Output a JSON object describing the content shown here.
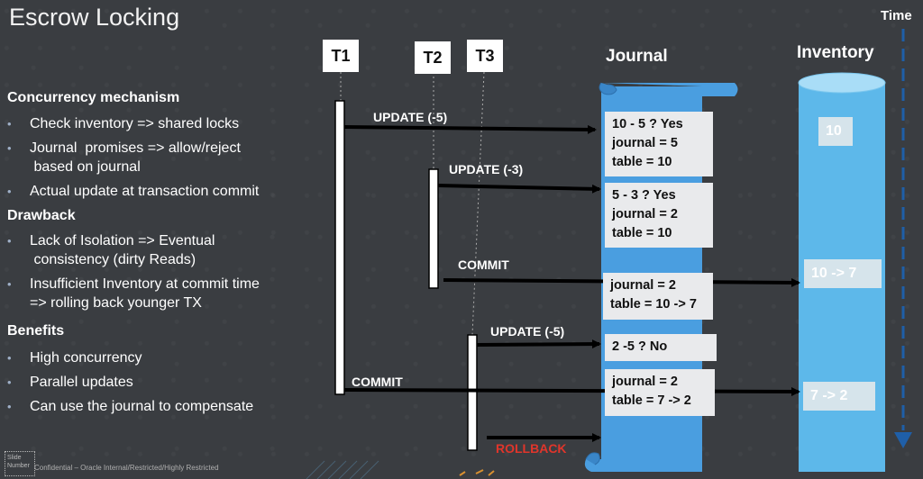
{
  "title": "Escrow Locking",
  "left_panel": {
    "sections": [
      {
        "heading": "Concurrency mechanism",
        "bullets": [
          "Check  inventory  => shared locks",
          "Journal  promises => allow/reject\n based on journal",
          "Actual update at transaction commit"
        ]
      },
      {
        "heading": "Drawback",
        "bullets": [
          "Lack of Isolation => Eventual\n consistency (dirty Reads)",
          "Insufficient Inventory at commit time\n=> rolling back younger TX"
        ]
      },
      {
        "heading": "Benefits",
        "bullets": [
          "High concurrency",
          "Parallel updates",
          "Can use the  journal to compensate"
        ]
      }
    ]
  },
  "transactions": {
    "t1": "T1",
    "t2": "T2",
    "t3": "T3"
  },
  "journal_label": "Journal",
  "inventory_label": "Inventory",
  "time_label": "Time",
  "arrows": {
    "a1": "UPDATE (-5)",
    "a2": "UPDATE (-3)",
    "a3": "COMMIT",
    "a4": "UPDATE (-5)",
    "a5": "COMMIT",
    "a6": "ROLLBACK"
  },
  "journal_entries": {
    "e1": [
      "10 - 5 ? Yes",
      "journal = 5",
      "table = 10"
    ],
    "e2": [
      "5 - 3 ? Yes",
      "journal = 2",
      "table = 10"
    ],
    "e3": [
      "journal = 2",
      "table = 10 -> 7"
    ],
    "e4": [
      "2 -5 ? No"
    ],
    "e5": [
      "journal = 2",
      "table = 7 -> 2"
    ]
  },
  "inventory_values": {
    "v1": "10",
    "v2": "10 -> 7",
    "v3": "7  -> 2"
  },
  "footer": "Confidential – Oracle Internal/Restricted/Highly Restricted",
  "slide_label": "Slide\nNumber",
  "colors": {
    "background": "#3a3d41",
    "journal": "#4a9ee0",
    "inventory": "#5db8ea",
    "rollback": "#e0352b",
    "time_arrow": "#1f5fa8"
  }
}
